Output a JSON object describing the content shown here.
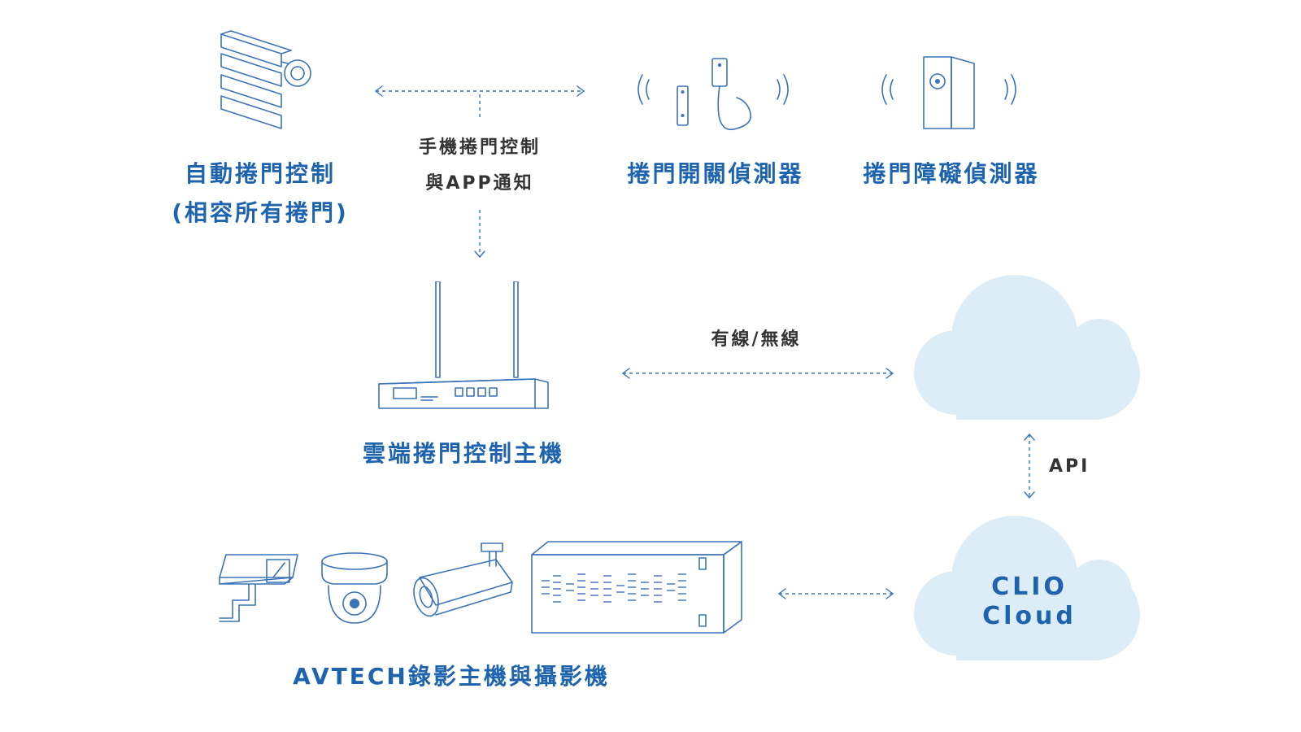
{
  "labels": {
    "auto_shutter": "自動捲門控制",
    "auto_shutter_sub": "(相容所有捲門)",
    "phone_control": "手機捲門控制",
    "app_notify": "與APP通知",
    "open_sensor": "捲門開關偵測器",
    "obstacle_sensor": "捲門障礙偵測器",
    "wired_wireless": "有線/無線",
    "controller_host": "雲端捲門控制主機",
    "api": "API",
    "clio": "CLIO",
    "cloud": "Cloud",
    "avtech": "AVTECH錄影主機與攝影機"
  },
  "colors": {
    "primary_blue": "#1e63ad",
    "line_blue": "#3a73b8",
    "cloud_fill": "#ddedf8",
    "dark_text": "#333333"
  },
  "icons": [
    "rolling-shutter-icon",
    "door-sensor-icon",
    "obstacle-sensor-icon",
    "router-icon",
    "cloud-icon",
    "box-camera-icon",
    "dome-camera-icon",
    "bullet-camera-icon",
    "nvr-icon"
  ]
}
